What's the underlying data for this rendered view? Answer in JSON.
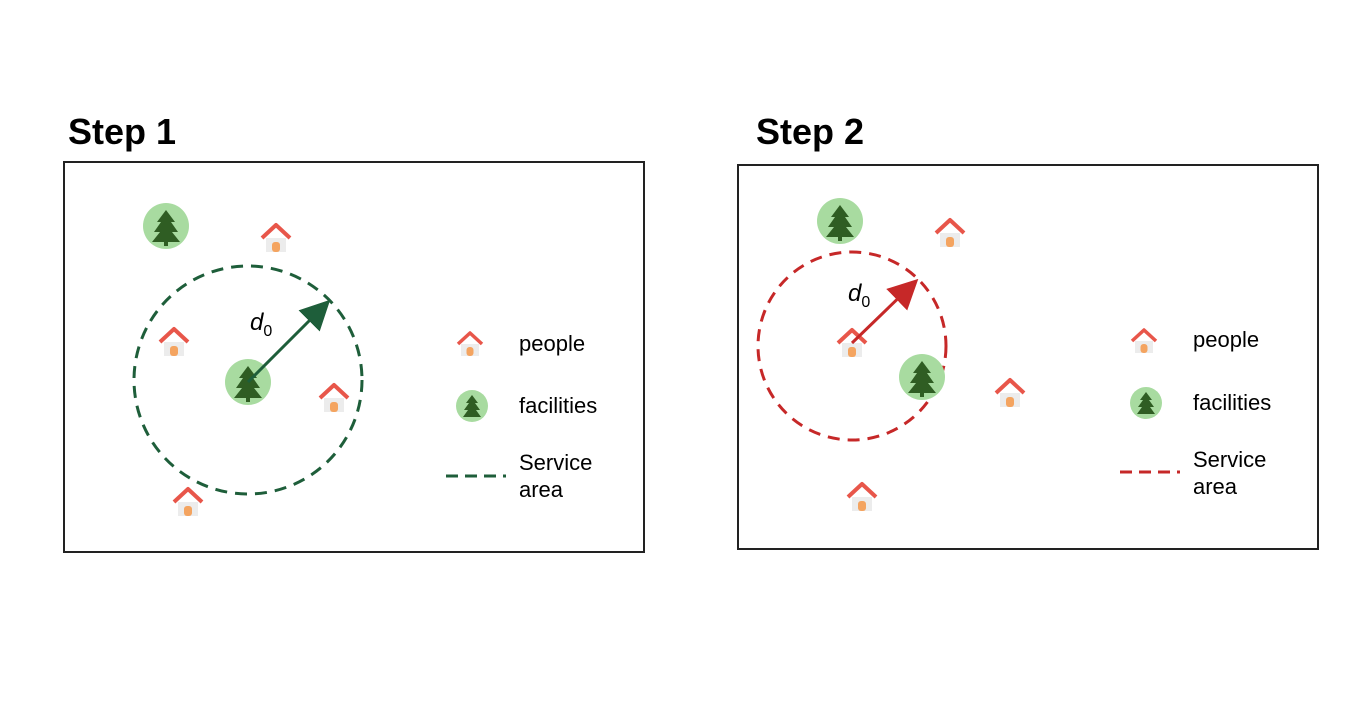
{
  "panels": [
    {
      "title": "Step 1",
      "radius_label": "d",
      "radius_subscript": "0",
      "accent_color": "#1e5e3a",
      "legend": {
        "people": "people",
        "facilities": "facilities",
        "service_line1": "Service",
        "service_line2": "area"
      }
    },
    {
      "title": "Step 2",
      "radius_label": "d",
      "radius_subscript": "0",
      "accent_color": "#c62828",
      "legend": {
        "people": "people",
        "facilities": "facilities",
        "service_line1": "Service",
        "service_line2": "area"
      }
    }
  ],
  "icons": {
    "people": "house-icon",
    "facilities": "tree-icon"
  },
  "colors": {
    "house_roof": "#e8564a",
    "house_door": "#f4a460",
    "facility_fill": "#a8dba0",
    "tree": "#2f5d23"
  }
}
